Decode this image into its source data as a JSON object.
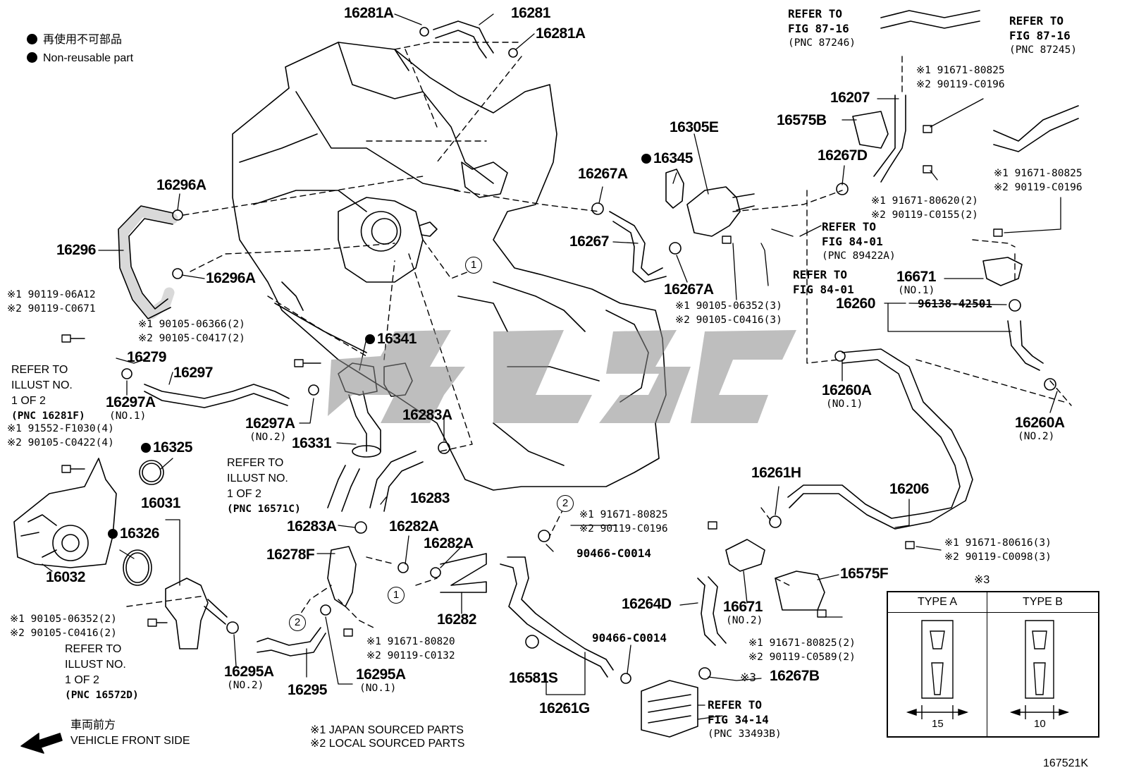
{
  "legend": {
    "jp": "再使用不可部品",
    "en": "Non-reusable part"
  },
  "parts": {
    "p16281A_top": "16281A",
    "p16281": "16281",
    "p16281A_right": "16281A",
    "p16296A_top": "16296A",
    "p16296": "16296",
    "p16296A_low": "16296A",
    "p16279": "16279",
    "p16297A_left": "16297A",
    "p16297": "16297",
    "p16297A_mid": "16297A",
    "p16341": "16341",
    "p16331": "16331",
    "p16283A_up": "16283A",
    "p16283": "16283",
    "p16325": "16325",
    "p16031": "16031",
    "p16326": "16326",
    "p16032": "16032",
    "p16283A_low": "16283A",
    "p16282A_a": "16282A",
    "p16282A_b": "16282A",
    "p16278F": "16278F",
    "p16282": "16282",
    "p16295A_left": "16295A",
    "p16295": "16295",
    "p16295A_right": "16295A",
    "p16305E": "16305E",
    "p16345": "16345",
    "p16267A_up": "16267A",
    "p16267": "16267",
    "p16267A_low": "16267A",
    "p16207": "16207",
    "p16575B": "16575B",
    "p16267D": "16267D",
    "p16671": "16671",
    "p16260": "16260",
    "p16260A_left": "16260A",
    "p16260A_right": "16260A",
    "p16261H": "16261H",
    "p16206": "16206",
    "p16575F": "16575F",
    "p16264D": "16264D",
    "p16671_low": "16671",
    "p16267B": "16267B",
    "p16581S": "16581S",
    "p16261G": "16261G"
  },
  "notes": {
    "refer_87_16_a": [
      "REFER TO",
      "FIG 87-16",
      "(PNC 87246)"
    ],
    "refer_87_16_b": [
      "REFER TO",
      "FIG 87-16",
      "(PNC 87245)"
    ],
    "refer_84_01_a": [
      "REFER TO",
      "FIG 84-01",
      "(PNC 89422A)"
    ],
    "refer_84_01_b": [
      "REFER TO",
      "FIG 84-01"
    ],
    "refer_34_14": [
      "REFER TO",
      "FIG 34-14",
      "(PNC 33493B)"
    ],
    "refer_illust_16281F": [
      "REFER TO",
      "ILLUST NO.",
      "1 OF 2",
      "(PNC 16281F)"
    ],
    "refer_illust_16571C": [
      "REFER TO",
      "ILLUST NO.",
      "1 OF 2",
      "(PNC 16571C)"
    ],
    "refer_illust_16572D": [
      "REFER TO",
      "ILLUST NO.",
      "1 OF 2",
      "(PNC 16572D)"
    ],
    "bolt_207": [
      "※1 91671-80825",
      "※2 90119-C0196"
    ],
    "bolt_620": [
      "※1 91671-80620(2)",
      "※2 90119-C0155(2)"
    ],
    "bolt_right": [
      "※1 91671-80825",
      "※2 90119-C0196"
    ],
    "sub_16671": "(NO.1)",
    "p96138": "96138-42501",
    "sub_16260A_left": "(NO.1)",
    "sub_16260A_right": "(NO.2)",
    "bolt_06352_3": [
      "※1 90105-06352(3)",
      "※2 90105-C0416(3)"
    ],
    "bolt_06366": [
      "※1 90105-06366(2)",
      "※2 90105-C0417(2)"
    ],
    "bolt_06A12": [
      "※1 90119-06A12",
      "※2 90119-C0671"
    ],
    "sub_16297A_left": "(NO.1)",
    "bolt_F1030": [
      "※1 91552-F1030(4)",
      "※2 90105-C0422(4)"
    ],
    "sub_16297A_mid": "(NO.2)",
    "bolt_06352_2": [
      "※1 90105-06352(2)",
      "※2 90105-C0416(2)"
    ],
    "sub_16295A_left": "(NO.2)",
    "sub_16295A_right": "(NO.1)",
    "bolt_80820": [
      "※1 91671-80820",
      "※2 90119-C0132"
    ],
    "bolt_80825_mid": [
      "※1 91671-80825",
      "※2 90119-C0196"
    ],
    "p90466_a": "90466-C0014",
    "p90466_b": "90466-C0014",
    "bolt_80616": [
      "※1 91671-80616(3)",
      "※2 90119-C0098(3)"
    ],
    "bolt_80825_2": [
      "※1 91671-80825(2)",
      "※2 90119-C0589(2)"
    ],
    "sub_16671_low": "(NO.2)",
    "mark_3": "※3",
    "vehicle_front": [
      "車両前方",
      "VEHICLE FRONT SIDE"
    ],
    "sourced": [
      "※1  JAPAN SOURCED PARTS",
      "※2  LOCAL SOURCED PARTS"
    ],
    "fig_id": "167521K"
  },
  "callouts": {
    "c1a": "1",
    "c1b": "1",
    "c2a": "2",
    "c2b": "2"
  },
  "types_box": {
    "mark": "※3",
    "type_a": "TYPE A",
    "type_b": "TYPE B",
    "dim_a": "15",
    "dim_b": "10"
  }
}
